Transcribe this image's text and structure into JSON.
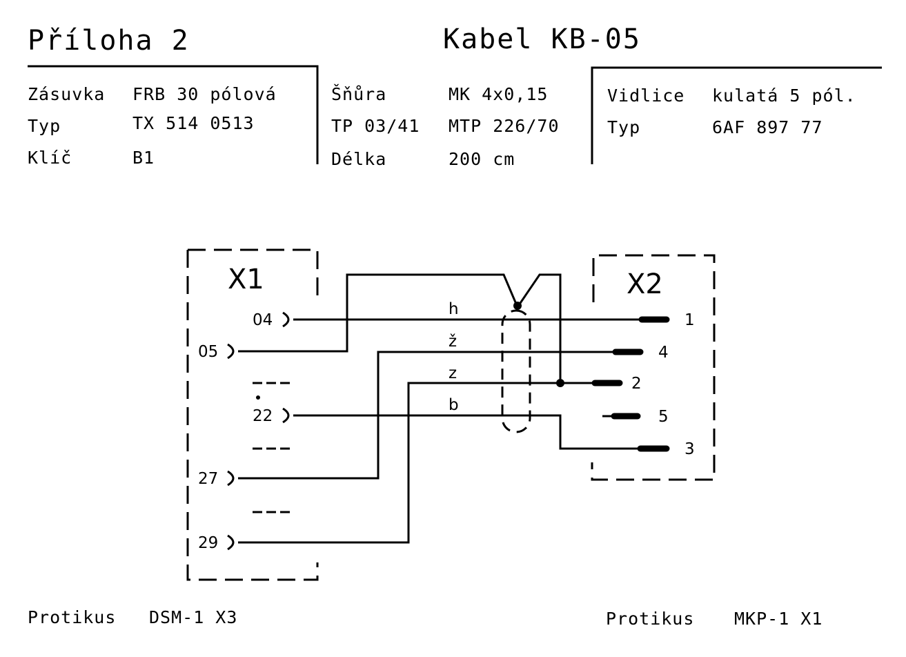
{
  "title_left": "Příloha 2",
  "title_right": "Kabel KB-05",
  "header": {
    "col1": [
      {
        "label": "Zásuvka",
        "value": "FRB 30 pólová"
      },
      {
        "label": "Typ",
        "value": "TX 514 0513"
      },
      {
        "label": "Klíč",
        "value": "B1"
      }
    ],
    "col2": [
      {
        "label": "Šňůra",
        "value": "MK 4x0,15"
      },
      {
        "label": "TP 03/41",
        "value": "MTP 226/70"
      },
      {
        "label": "Délka",
        "value": "200 cm"
      }
    ],
    "col3": [
      {
        "label": "Vidlice",
        "value": "kulatá 5 pól."
      },
      {
        "label": "Typ",
        "value": "6AF 897 77"
      }
    ]
  },
  "diagram": {
    "x1_label": "X1",
    "x2_label": "X2",
    "x1_pins": [
      "04",
      "05",
      "22",
      "27",
      "29"
    ],
    "x2_pins": [
      "1",
      "4",
      "2",
      "5",
      "3"
    ],
    "wires": [
      "h",
      "ž",
      "z",
      "b"
    ],
    "ellipsis": "---"
  },
  "footer_left": {
    "label": "Protikus",
    "value": "DSM-1 X3"
  },
  "footer_right": {
    "label": "Protikus",
    "value": "MKP-1 X1"
  }
}
